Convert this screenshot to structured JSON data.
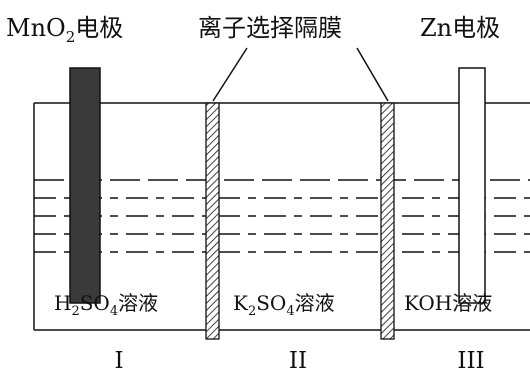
{
  "labels": {
    "anode_label_main": "MnO",
    "anode_label_sub": "2",
    "anode_label_tail": "电极",
    "membrane_label": "离子选择隔膜",
    "cathode_label": "Zn电极"
  },
  "compartments": [
    {
      "numeral": "I",
      "solution": [
        {
          "text": "H",
          "sub": false
        },
        {
          "text": "2",
          "sub": true
        },
        {
          "text": "SO",
          "sub": false
        },
        {
          "text": "4",
          "sub": true
        },
        {
          "text": "溶液",
          "sub": false
        }
      ]
    },
    {
      "numeral": "II",
      "solution": [
        {
          "text": "K",
          "sub": false
        },
        {
          "text": "2",
          "sub": true
        },
        {
          "text": "SO",
          "sub": false
        },
        {
          "text": "4",
          "sub": true
        },
        {
          "text": "溶液",
          "sub": false
        }
      ]
    },
    {
      "numeral": "III",
      "solution": [
        {
          "text": "KOH溶液",
          "sub": false
        }
      ]
    }
  ],
  "colors": {
    "anode_fill": "#3a3a3a",
    "cathode_fill": "#ffffff",
    "line": "#111111"
  }
}
